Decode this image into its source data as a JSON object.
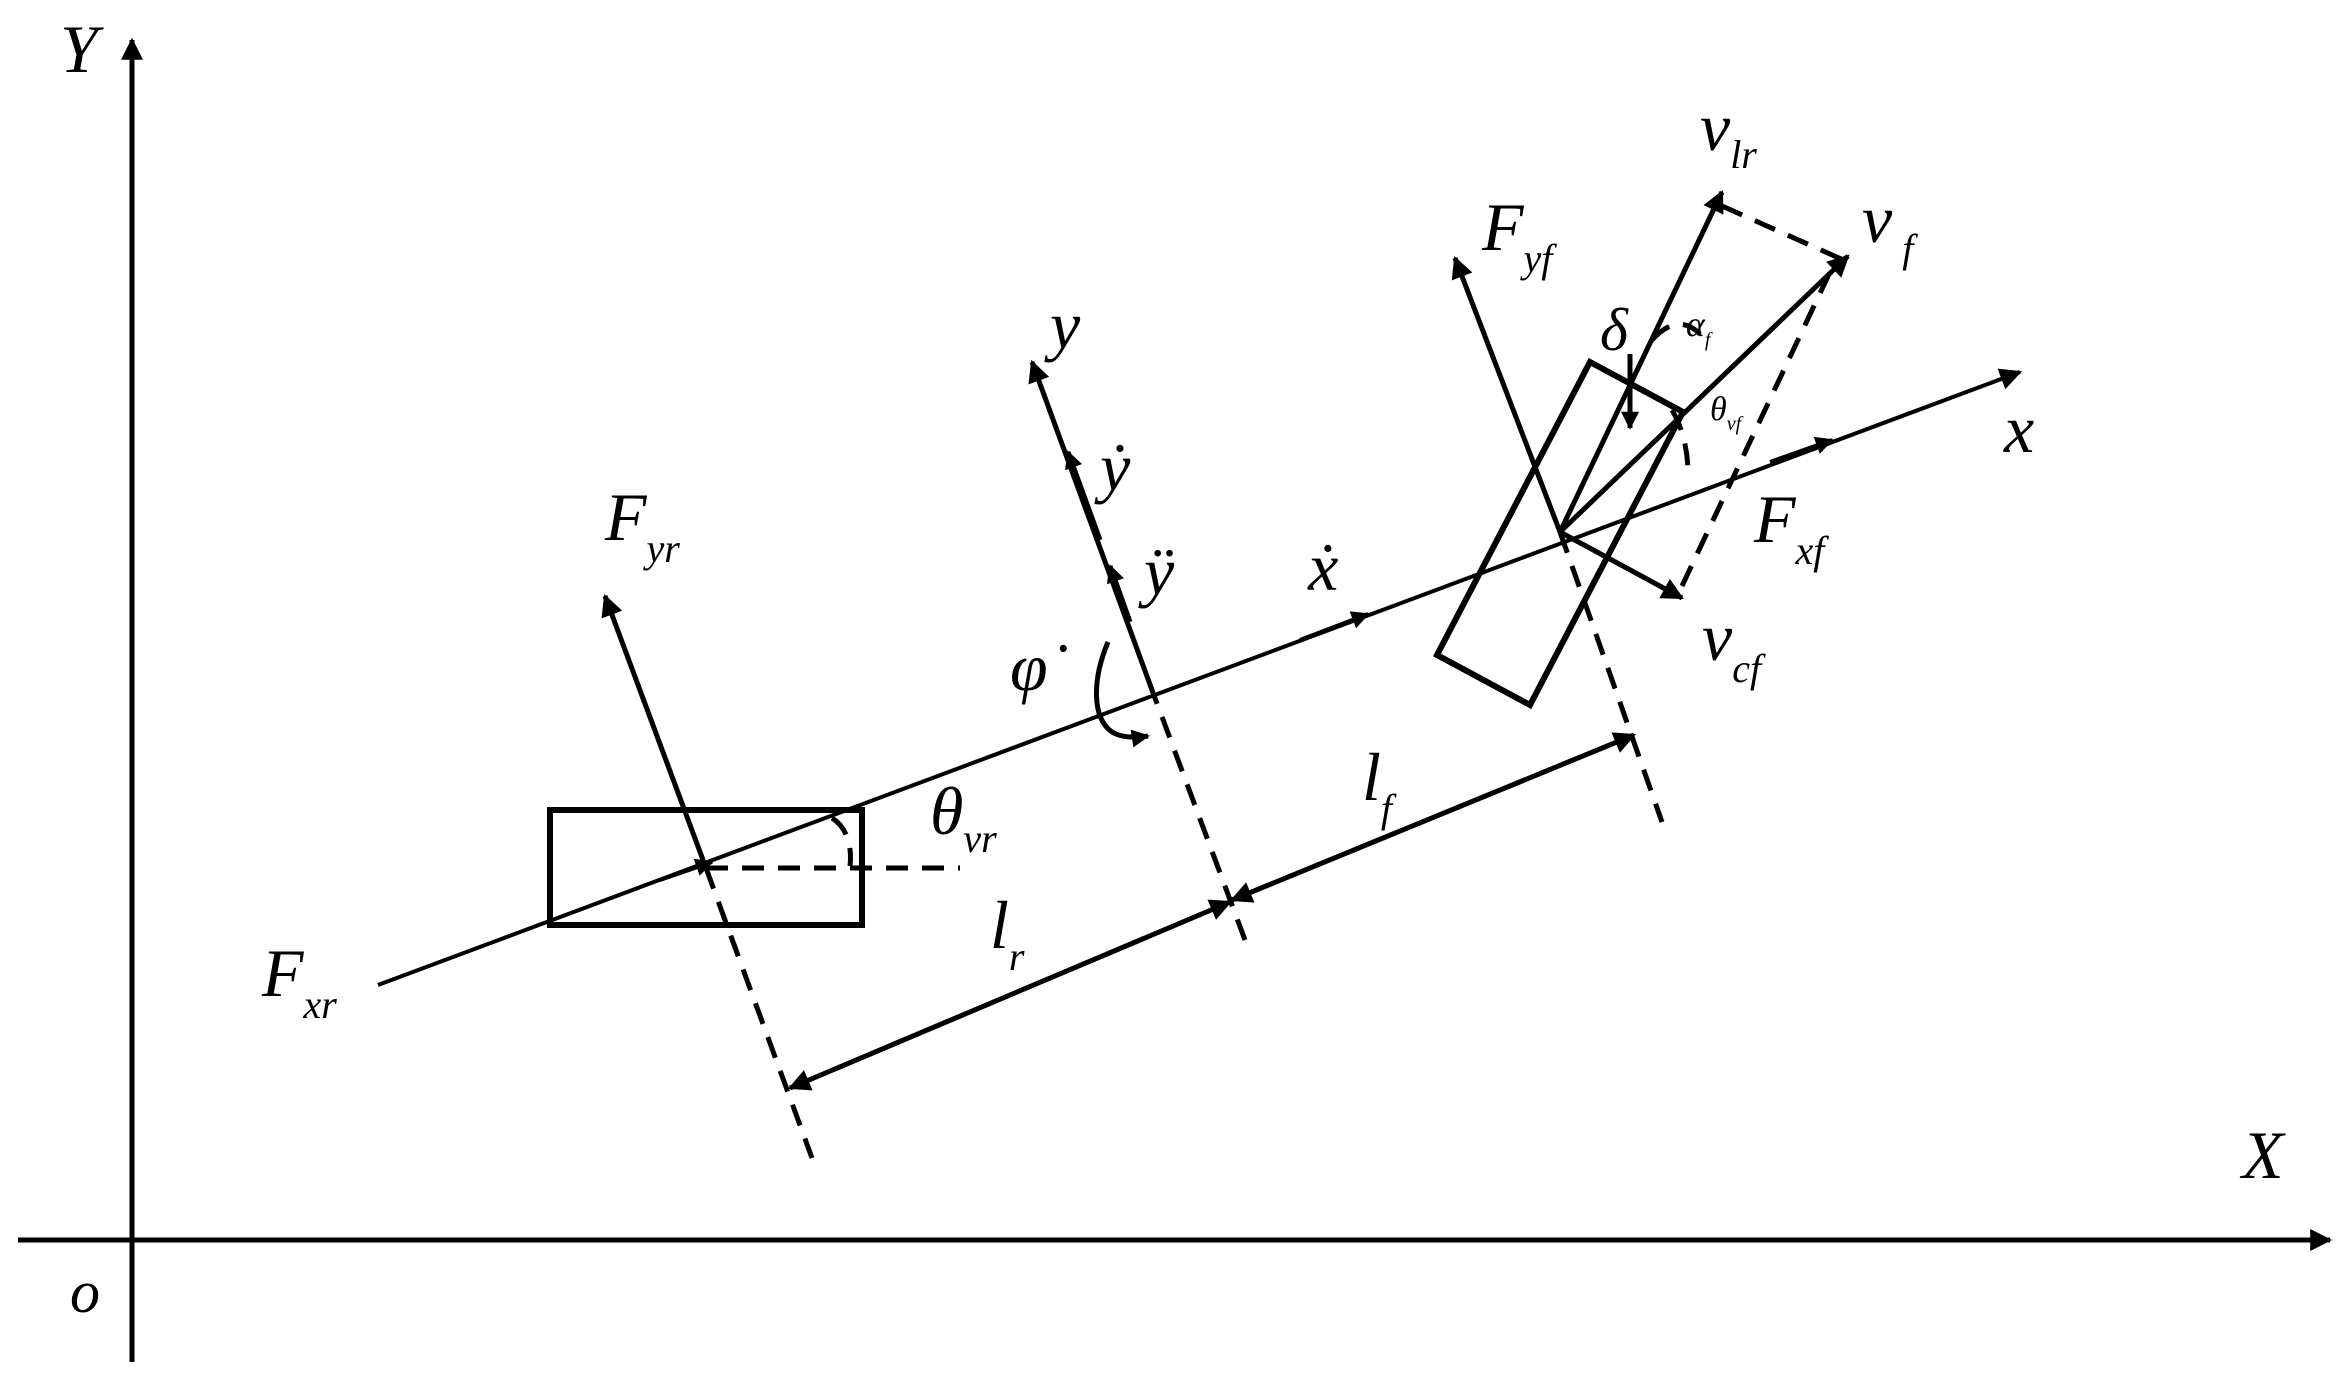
{
  "axes": {
    "Y": "Y",
    "X": "X",
    "origin": "o"
  },
  "body_axes": {
    "x": "x",
    "y": "y"
  },
  "rates": {
    "x_dot": "ẋ",
    "y_dot": "ẏ",
    "y_ddot": "ÿ",
    "phi_dot": "φ̇"
  },
  "forces": {
    "Fyr": {
      "main": "F",
      "sub": "yr"
    },
    "Fxr": {
      "main": "F",
      "sub": "xr"
    },
    "Fyf": {
      "main": "F",
      "sub": "yf"
    },
    "Fxf": {
      "main": "F",
      "sub": "xf"
    }
  },
  "velocities": {
    "vlr": {
      "main": "v",
      "sub": "lr"
    },
    "vf": {
      "main": "v",
      "sub": "f"
    },
    "vcf": {
      "main": "v",
      "sub": "cf"
    }
  },
  "angles": {
    "theta_vr": {
      "main": "θ",
      "sub": "vr"
    },
    "theta_vf": {
      "main": "θ",
      "sub": "vf"
    },
    "alpha_f": {
      "main": "α",
      "sub": "f"
    },
    "delta": "δ"
  },
  "lengths": {
    "lf": {
      "main": "l",
      "sub": "f"
    },
    "lr": {
      "main": "l",
      "sub": "r"
    }
  }
}
